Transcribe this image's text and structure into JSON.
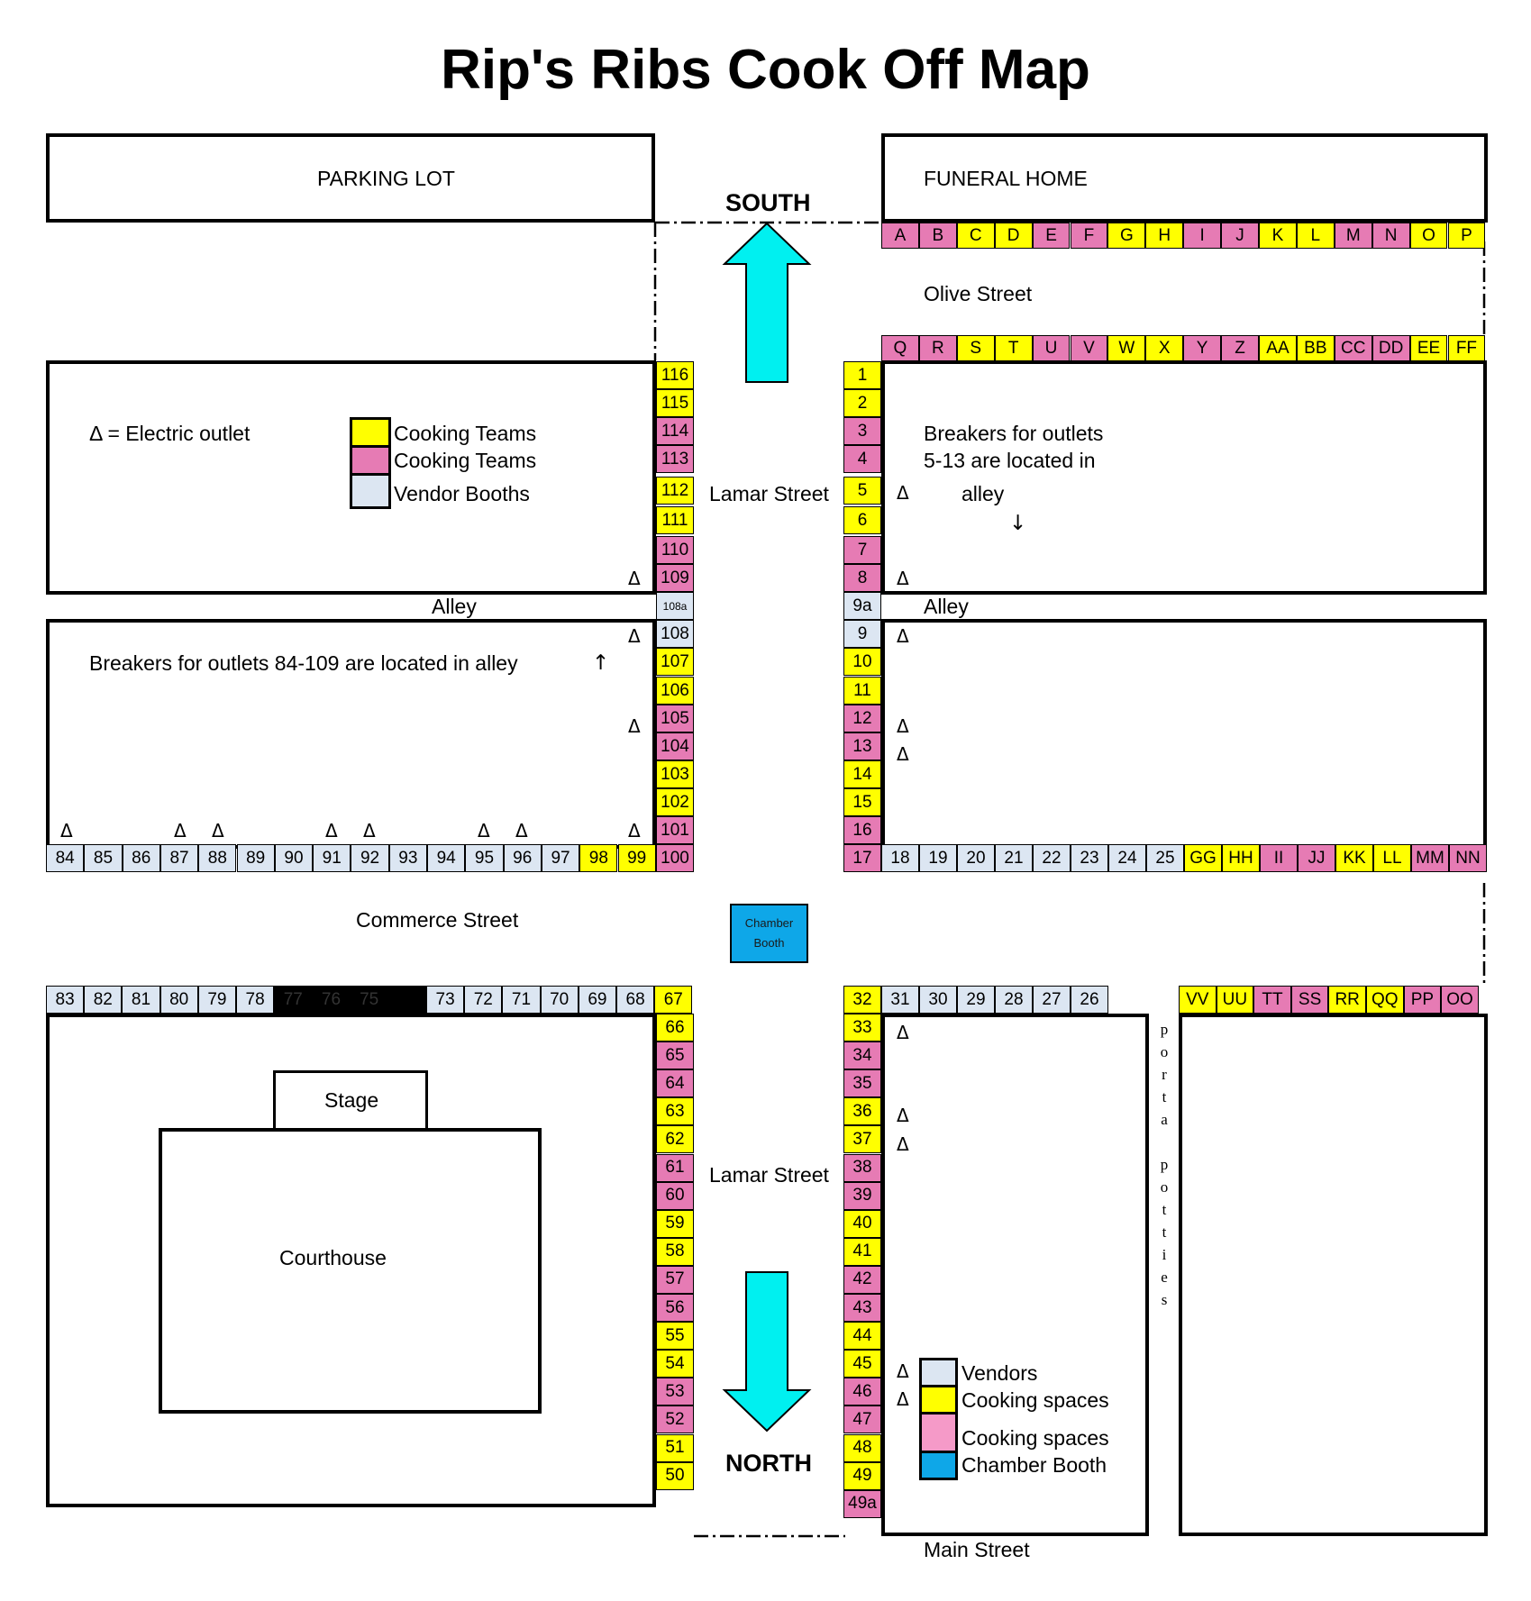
{
  "title": "Rip's Ribs Cook Off Map",
  "colors": {
    "yellow": "#ffff00",
    "pink": "#e67bb4",
    "vendor": "#dce6f2",
    "chamber": "#0ea7e8",
    "arrow": "#00f0f0",
    "dark": "#000000",
    "legend_pink_bottom": "#f59ac8"
  },
  "labels": {
    "parking_lot": "PARKING LOT",
    "funeral_home": "FUNERAL HOME",
    "south": "SOUTH",
    "north": "NORTH",
    "olive_street": "Olive Street",
    "lamar_street_top": "Lamar Street",
    "lamar_street_bottom": "Lamar Street",
    "alley_left": "Alley",
    "alley_right": "Alley",
    "commerce_street": "Commerce Street",
    "main_street": "Main Street",
    "stage": "Stage",
    "courthouse": "Courthouse",
    "breakers_right_1": "Breakers for outlets",
    "breakers_right_2": "5-13 are located in",
    "breakers_right_3": "alley",
    "breakers_left": "Breakers for outlets 84-109 are located in alley",
    "porta_potties": "porta potties",
    "chamber_line1": "Chamber",
    "chamber_line2": "Booth",
    "outlet_symbol": "Δ",
    "arrow_down": "↓",
    "arrow_up": "↑"
  },
  "legend_top": {
    "electric_outlet": "Δ = Electric outlet",
    "items": [
      {
        "label": "Cooking Teams",
        "color": "yellow"
      },
      {
        "label": "Cooking Teams",
        "color": "pink"
      },
      {
        "label": "Vendor Booths",
        "color": "vendor"
      }
    ]
  },
  "legend_bottom": {
    "items": [
      {
        "label": "Vendors",
        "color": "vendor"
      },
      {
        "label": "Cooking spaces",
        "color": "yellow"
      },
      {
        "label": "Cooking spaces",
        "color": "legend_pink_bottom"
      },
      {
        "label": "Chamber Booth",
        "color": "chamber"
      }
    ]
  },
  "booths": {
    "olive_top": [
      [
        "A",
        "pink"
      ],
      [
        "B",
        "pink"
      ],
      [
        "C",
        "yellow"
      ],
      [
        "D",
        "yellow"
      ],
      [
        "E",
        "pink"
      ],
      [
        "F",
        "pink"
      ],
      [
        "G",
        "yellow"
      ],
      [
        "H",
        "yellow"
      ],
      [
        "I",
        "pink"
      ],
      [
        "J",
        "pink"
      ],
      [
        "K",
        "yellow"
      ],
      [
        "L",
        "yellow"
      ],
      [
        "M",
        "pink"
      ],
      [
        "N",
        "pink"
      ],
      [
        "O",
        "yellow"
      ],
      [
        "P",
        "yellow"
      ]
    ],
    "olive_bottom": [
      [
        "Q",
        "pink"
      ],
      [
        "R",
        "pink"
      ],
      [
        "S",
        "yellow"
      ],
      [
        "T",
        "yellow"
      ],
      [
        "U",
        "pink"
      ],
      [
        "V",
        "pink"
      ],
      [
        "W",
        "yellow"
      ],
      [
        "X",
        "yellow"
      ],
      [
        "Y",
        "pink"
      ],
      [
        "Z",
        "pink"
      ],
      [
        "AA",
        "yellow"
      ],
      [
        "BB",
        "yellow"
      ],
      [
        "CC",
        "pink"
      ],
      [
        "DD",
        "pink"
      ],
      [
        "EE",
        "yellow"
      ],
      [
        "FF",
        "yellow"
      ]
    ],
    "lamar_left_upper": [
      [
        "116",
        "yellow"
      ],
      [
        "115",
        "yellow"
      ],
      [
        "114",
        "pink"
      ],
      [
        "113",
        "pink"
      ],
      [
        "112",
        "yellow"
      ],
      [
        "111",
        "yellow"
      ],
      [
        "110",
        "pink"
      ],
      [
        "109",
        "pink"
      ]
    ],
    "lamar_left_108a": [
      "108a",
      "vendor"
    ],
    "lamar_left_mid": [
      [
        "108",
        "vendor"
      ],
      [
        "107",
        "yellow"
      ],
      [
        "106",
        "yellow"
      ],
      [
        "105",
        "pink"
      ],
      [
        "104",
        "pink"
      ],
      [
        "103",
        "yellow"
      ],
      [
        "102",
        "yellow"
      ],
      [
        "101",
        "pink"
      ],
      [
        "100",
        "pink"
      ]
    ],
    "lamar_right_upper": [
      [
        "1",
        "yellow"
      ],
      [
        "2",
        "yellow"
      ],
      [
        "3",
        "pink"
      ],
      [
        "4",
        "pink"
      ],
      [
        "5",
        "yellow"
      ],
      [
        "6",
        "yellow"
      ],
      [
        "7",
        "pink"
      ],
      [
        "8",
        "pink"
      ]
    ],
    "lamar_right_9a": [
      "9a",
      "vendor"
    ],
    "lamar_right_mid": [
      [
        "9",
        "vendor"
      ],
      [
        "10",
        "yellow"
      ],
      [
        "11",
        "yellow"
      ],
      [
        "12",
        "pink"
      ],
      [
        "13",
        "pink"
      ],
      [
        "14",
        "yellow"
      ],
      [
        "15",
        "yellow"
      ],
      [
        "16",
        "pink"
      ],
      [
        "17",
        "pink"
      ]
    ],
    "commerce_left_top": [
      [
        "84",
        "vendor"
      ],
      [
        "85",
        "vendor"
      ],
      [
        "86",
        "vendor"
      ],
      [
        "87",
        "vendor"
      ],
      [
        "88",
        "vendor"
      ],
      [
        "89",
        "vendor"
      ],
      [
        "90",
        "vendor"
      ],
      [
        "91",
        "vendor"
      ],
      [
        "92",
        "vendor"
      ],
      [
        "93",
        "vendor"
      ],
      [
        "94",
        "vendor"
      ],
      [
        "95",
        "vendor"
      ],
      [
        "96",
        "vendor"
      ],
      [
        "97",
        "vendor"
      ],
      [
        "98",
        "yellow"
      ],
      [
        "99",
        "yellow"
      ]
    ],
    "commerce_right_top": [
      [
        "18",
        "vendor"
      ],
      [
        "19",
        "vendor"
      ],
      [
        "20",
        "vendor"
      ],
      [
        "21",
        "vendor"
      ],
      [
        "22",
        "vendor"
      ],
      [
        "23",
        "vendor"
      ],
      [
        "24",
        "vendor"
      ],
      [
        "25",
        "vendor"
      ],
      [
        "GG",
        "yellow"
      ],
      [
        "HH",
        "yellow"
      ],
      [
        "II",
        "pink"
      ],
      [
        "JJ",
        "pink"
      ],
      [
        "KK",
        "yellow"
      ],
      [
        "LL",
        "yellow"
      ],
      [
        "MM",
        "pink"
      ],
      [
        "NN",
        "pink"
      ]
    ],
    "commerce_left_bottom": [
      [
        "83",
        "vendor"
      ],
      [
        "82",
        "vendor"
      ],
      [
        "81",
        "vendor"
      ],
      [
        "80",
        "vendor"
      ],
      [
        "79",
        "vendor"
      ],
      [
        "78",
        "vendor"
      ],
      [
        "77",
        "dark"
      ],
      [
        "76",
        "dark"
      ],
      [
        "75",
        "dark"
      ],
      [
        "",
        "dark"
      ],
      [
        "73",
        "vendor"
      ],
      [
        "72",
        "vendor"
      ],
      [
        "71",
        "vendor"
      ],
      [
        "70",
        "vendor"
      ],
      [
        "69",
        "vendor"
      ],
      [
        "68",
        "vendor"
      ],
      [
        "67",
        "yellow"
      ]
    ],
    "commerce_right_bottom_a": [
      [
        "32",
        "yellow"
      ],
      [
        "31",
        "vendor"
      ],
      [
        "30",
        "vendor"
      ],
      [
        "29",
        "vendor"
      ],
      [
        "28",
        "vendor"
      ],
      [
        "27",
        "vendor"
      ],
      [
        "26",
        "vendor"
      ]
    ],
    "commerce_right_bottom_b": [
      [
        "VV",
        "yellow"
      ],
      [
        "UU",
        "yellow"
      ],
      [
        "TT",
        "pink"
      ],
      [
        "SS",
        "pink"
      ],
      [
        "RR",
        "yellow"
      ],
      [
        "QQ",
        "yellow"
      ],
      [
        "PP",
        "pink"
      ],
      [
        "OO",
        "pink"
      ]
    ],
    "lamar_left_lower": [
      [
        "66",
        "yellow"
      ],
      [
        "65",
        "pink"
      ],
      [
        "64",
        "pink"
      ],
      [
        "63",
        "yellow"
      ],
      [
        "62",
        "yellow"
      ],
      [
        "61",
        "pink"
      ],
      [
        "60",
        "pink"
      ],
      [
        "59",
        "yellow"
      ],
      [
        "58",
        "yellow"
      ],
      [
        "57",
        "pink"
      ],
      [
        "56",
        "pink"
      ],
      [
        "55",
        "yellow"
      ],
      [
        "54",
        "yellow"
      ],
      [
        "53",
        "pink"
      ],
      [
        "52",
        "pink"
      ],
      [
        "51",
        "yellow"
      ],
      [
        "50",
        "yellow"
      ]
    ],
    "lamar_right_lower": [
      [
        "33",
        "yellow"
      ],
      [
        "34",
        "pink"
      ],
      [
        "35",
        "pink"
      ],
      [
        "36",
        "yellow"
      ],
      [
        "37",
        "yellow"
      ],
      [
        "38",
        "pink"
      ],
      [
        "39",
        "pink"
      ],
      [
        "40",
        "yellow"
      ],
      [
        "41",
        "yellow"
      ],
      [
        "42",
        "pink"
      ],
      [
        "43",
        "pink"
      ],
      [
        "44",
        "yellow"
      ],
      [
        "45",
        "yellow"
      ],
      [
        "46",
        "pink"
      ],
      [
        "47",
        "pink"
      ],
      [
        "48",
        "yellow"
      ],
      [
        "49",
        "yellow"
      ],
      [
        "49a",
        "pink"
      ]
    ]
  }
}
